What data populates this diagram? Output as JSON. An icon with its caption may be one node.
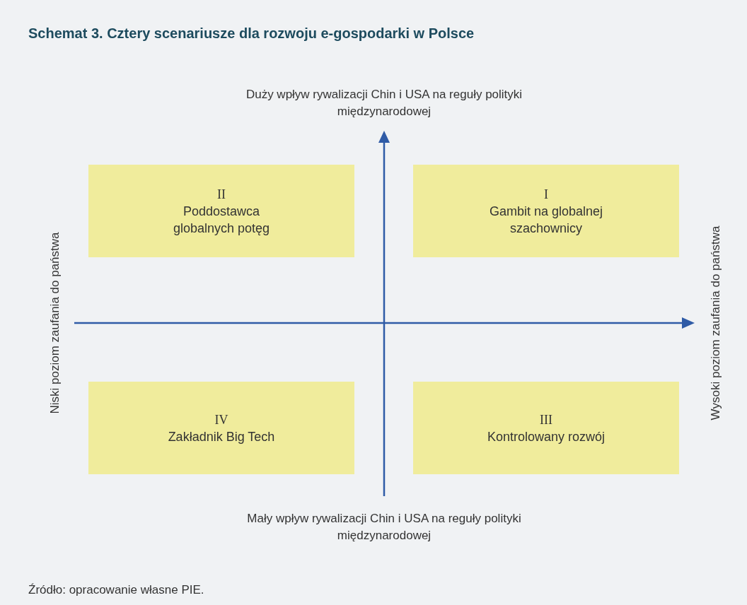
{
  "diagram": {
    "title": "Schemat 3. Cztery scenariusze dla rozwoju e-gospodarki w Polsce",
    "caption": "Źródło: opracowanie własne PIE.",
    "nodes": [
      {
        "text": [
          "II",
          "Poddostawca globalnych potęg"
        ]
      },
      {
        "text": [
          "I",
          "Gambit na globalnej szachownicy"
        ]
      },
      {
        "text": [
          "IV",
          "Zakładnik Big Tech"
        ]
      },
      {
        "text": [
          "III",
          "Kontrolowany rozwój"
        ]
      }
    ],
    "labels": [
      "Duży wpływ rywalizacji Chin i USA na reguły polityki międzynarodowej",
      "Niski poziom zaufania do państwa",
      "Wysoki poziom zaufania do państwa",
      "Mały wpływ rywalizacji Chin i USA na reguły polityki międzynarodowej"
    ]
  }
}
